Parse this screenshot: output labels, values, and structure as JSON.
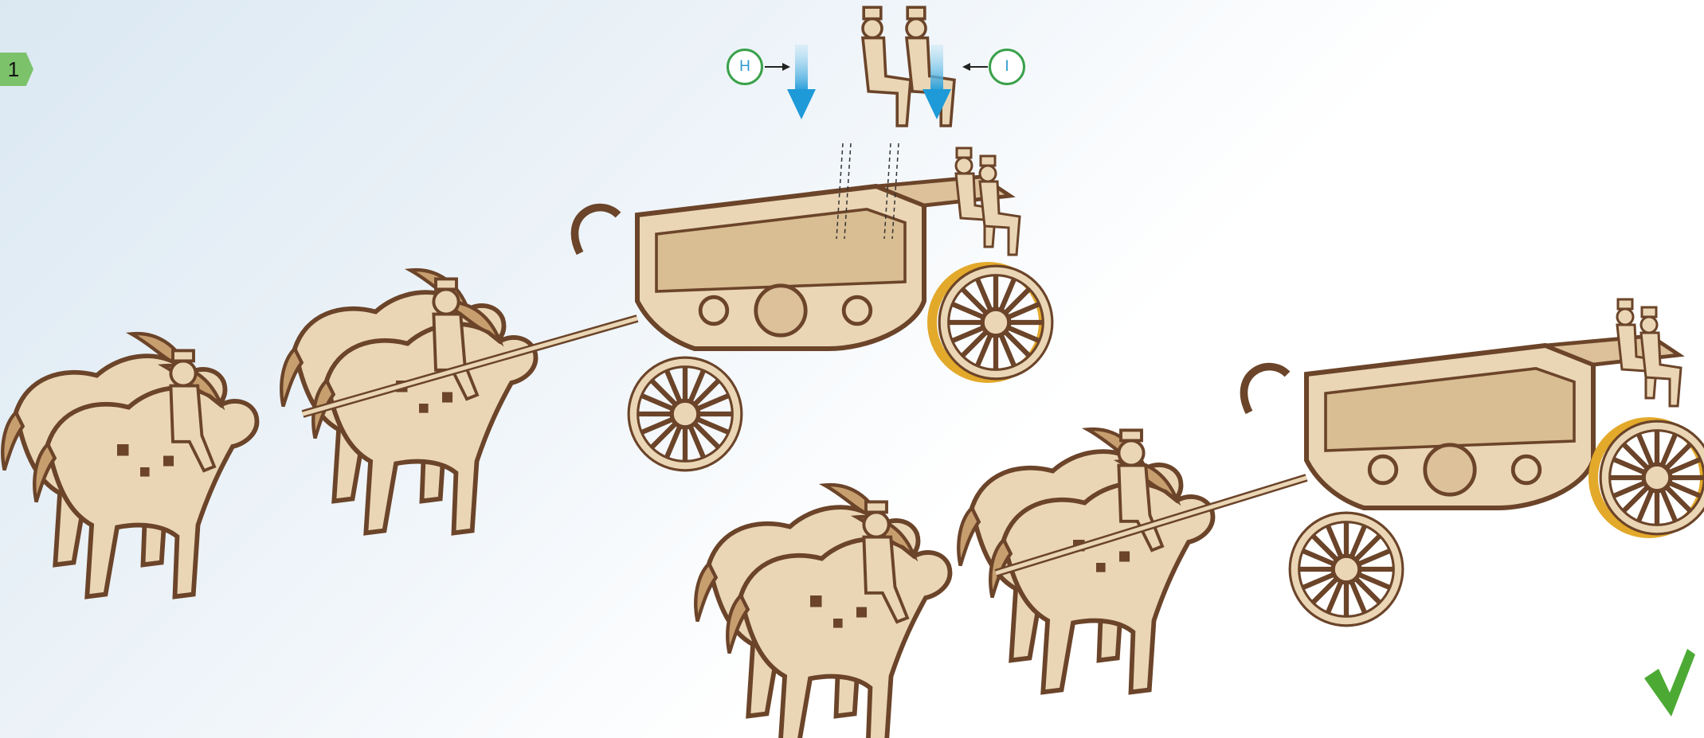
{
  "step": {
    "number": "1"
  },
  "callouts": [
    {
      "label": "H"
    },
    {
      "label": "I"
    }
  ],
  "colors": {
    "wood": "#ead6b5",
    "wood_dark": "#6b4429",
    "highlight": "#e3a92a",
    "arrow": "#2fa6dc",
    "check": "#4caa34",
    "callout_ring": "#3aa14a",
    "step_badge": "#7cc26a"
  },
  "icons": [
    "step-badge",
    "down-arrow-icon",
    "pointer-arrow-icon",
    "checkmark-icon"
  ]
}
